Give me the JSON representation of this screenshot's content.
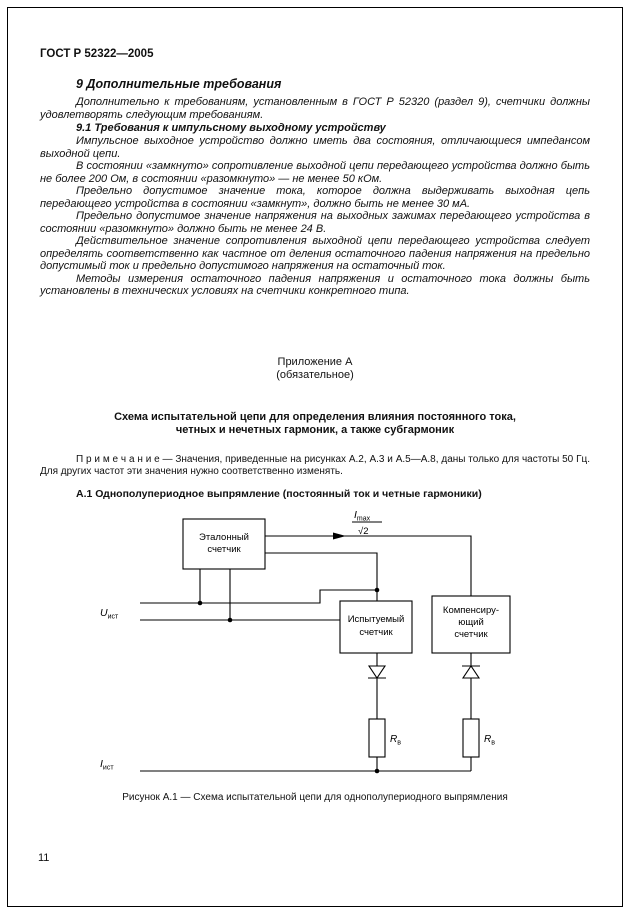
{
  "page": {
    "header": "ГОСТ Р 52322—2005",
    "number": "11"
  },
  "section9": {
    "title": "9 Дополнительные требования",
    "intro": "Дополнительно к требованиям, установленным в ГОСТ Р 52320 (раздел 9), счетчики должны удовлетворять следующим требованиям.",
    "sub91_title": "9.1 Требования к импульсному выходному устройству",
    "paragraphs": [
      "Импульсное выходное устройство должно иметь два состояния, отличающиеся импедансом выходной цепи.",
      "В состоянии «замкнуто» сопротивление выходной цепи передающего устройства должно быть не более 200 Ом, в состоянии «разомкнуто» — не менее 50 кОм.",
      "Предельно допустимое значение тока, которое должна выдерживать выходная цепь передающего устройства в состоянии «замкнут», должно быть не менее 30 мА.",
      "Предельно допустимое значение напряжения на выходных зажимах передающего устройства в состоянии «разомкнуто» должно быть не менее 24 В.",
      "Действительное значение сопротивления выходной цепи передающего устройства следует определять соответственно как частное от деления остаточного падения напряжения на предельно допустимый ток и предельно допустимого напряжения на остаточный ток.",
      "Методы измерения остаточного падения напряжения и остаточного тока должны быть установлены в технических условиях на счетчики конкретного типа."
    ]
  },
  "appendix": {
    "label": "Приложение А",
    "sublabel": "(обязательное)",
    "title_line1": "Схема испытательной цепи для определения влияния постоянного тока,",
    "title_line2": "четных и нечетных гармоник, а также субгармоник",
    "note": "П р и м е ч а н и е — Значения, приведенные на рисунках А.2, А.3 и А.5—А.8, даны только для частоты 50 Гц. Для других частот эти значения нужно соответственно изменять.",
    "a1_title": "А.1 Однополупериодное выпрямление (постоянный ток и четные гармоники)",
    "caption": "Рисунок А.1 — Схема испытательной цепи для однополупериодного выпрямления"
  },
  "diagram": {
    "reference_meter": {
      "line1": "Эталонный",
      "line2": "счетчик"
    },
    "test_meter": {
      "line1": "Испытуемый",
      "line2": "счетчик"
    },
    "comp_meter": {
      "line1": "Компенсиру-",
      "line2": "ющий",
      "line3": "счетчик"
    },
    "i_max": {
      "sym": "I",
      "sub": "max"
    },
    "i_max_den": "√2",
    "u_ist": {
      "sym": "U",
      "sub": "ист"
    },
    "i_ist": {
      "sym": "I",
      "sub": "ист"
    },
    "r_v": {
      "sym": "R",
      "sub": "в"
    }
  }
}
